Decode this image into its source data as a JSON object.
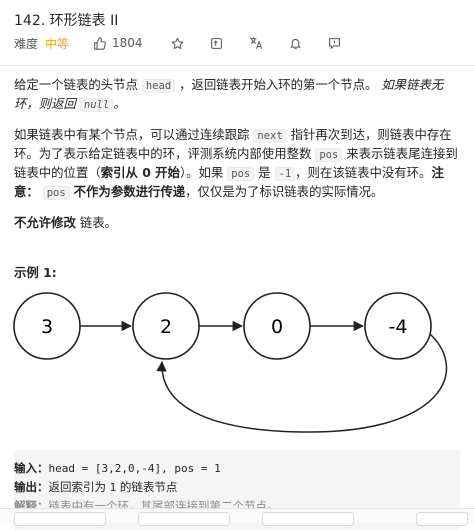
{
  "problem": {
    "title": "142. 环形链表 II",
    "difficulty_label": "难度",
    "difficulty": "中等",
    "likes": "1804"
  },
  "description": {
    "p1": [
      "给定一个链表的头节点 ",
      "head",
      " ，返回链表开始入环的第一个节点。 ",
      "如果链表无环，则返回 ",
      "null",
      "。"
    ],
    "p2": [
      "如果链表中有某个节点，可以通过连续跟踪 ",
      "next",
      " 指针再次到达，则链表中存在环。为了表示给定链表中的环，评测系统内部使用整数 ",
      "pos",
      " 来表示链表尾连接到链表中的位置（",
      "索引从 0 开始",
      "）。如果 ",
      "pos",
      " 是 ",
      "-1",
      "，则在该链表中没有环。",
      "注意：",
      " ",
      "pos",
      " ",
      "不作为参数进行传递",
      "，仅仅是为了标识链表的实际情况。"
    ],
    "p3": [
      "不允许修改",
      " 链表。"
    ]
  },
  "example": {
    "title": "示例 1:",
    "nodes": [
      "3",
      "2",
      "0",
      "-4"
    ],
    "input_label": "输入：",
    "input_value": "head = [3,2,0,-4], pos = 1",
    "output_label": "输出：",
    "output_text_1": "返回索引为 ",
    "output_value": "1",
    "output_text_2": " 的链表节点",
    "explain_label": "解释：",
    "explain_text": "链表中有一个环，其尾部连接到第二个节点。"
  },
  "colors": {
    "accent": "#ffa116",
    "text": "#262626",
    "muted": "#595959"
  }
}
